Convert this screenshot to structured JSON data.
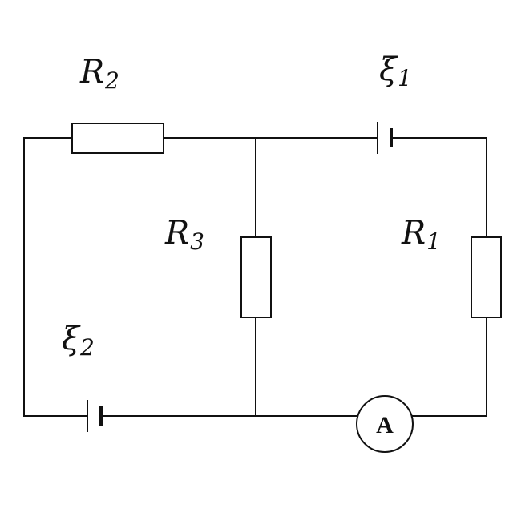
{
  "labels": {
    "r2": {
      "symbol": "R",
      "sub": "2"
    },
    "xi1": {
      "symbol": "ξ",
      "sub": "1"
    },
    "r3": {
      "symbol": "R",
      "sub": "3"
    },
    "r1": {
      "symbol": "R",
      "sub": "1"
    },
    "xi2": {
      "symbol": "ξ",
      "sub": "2"
    }
  },
  "ammeter": {
    "label": "A"
  }
}
